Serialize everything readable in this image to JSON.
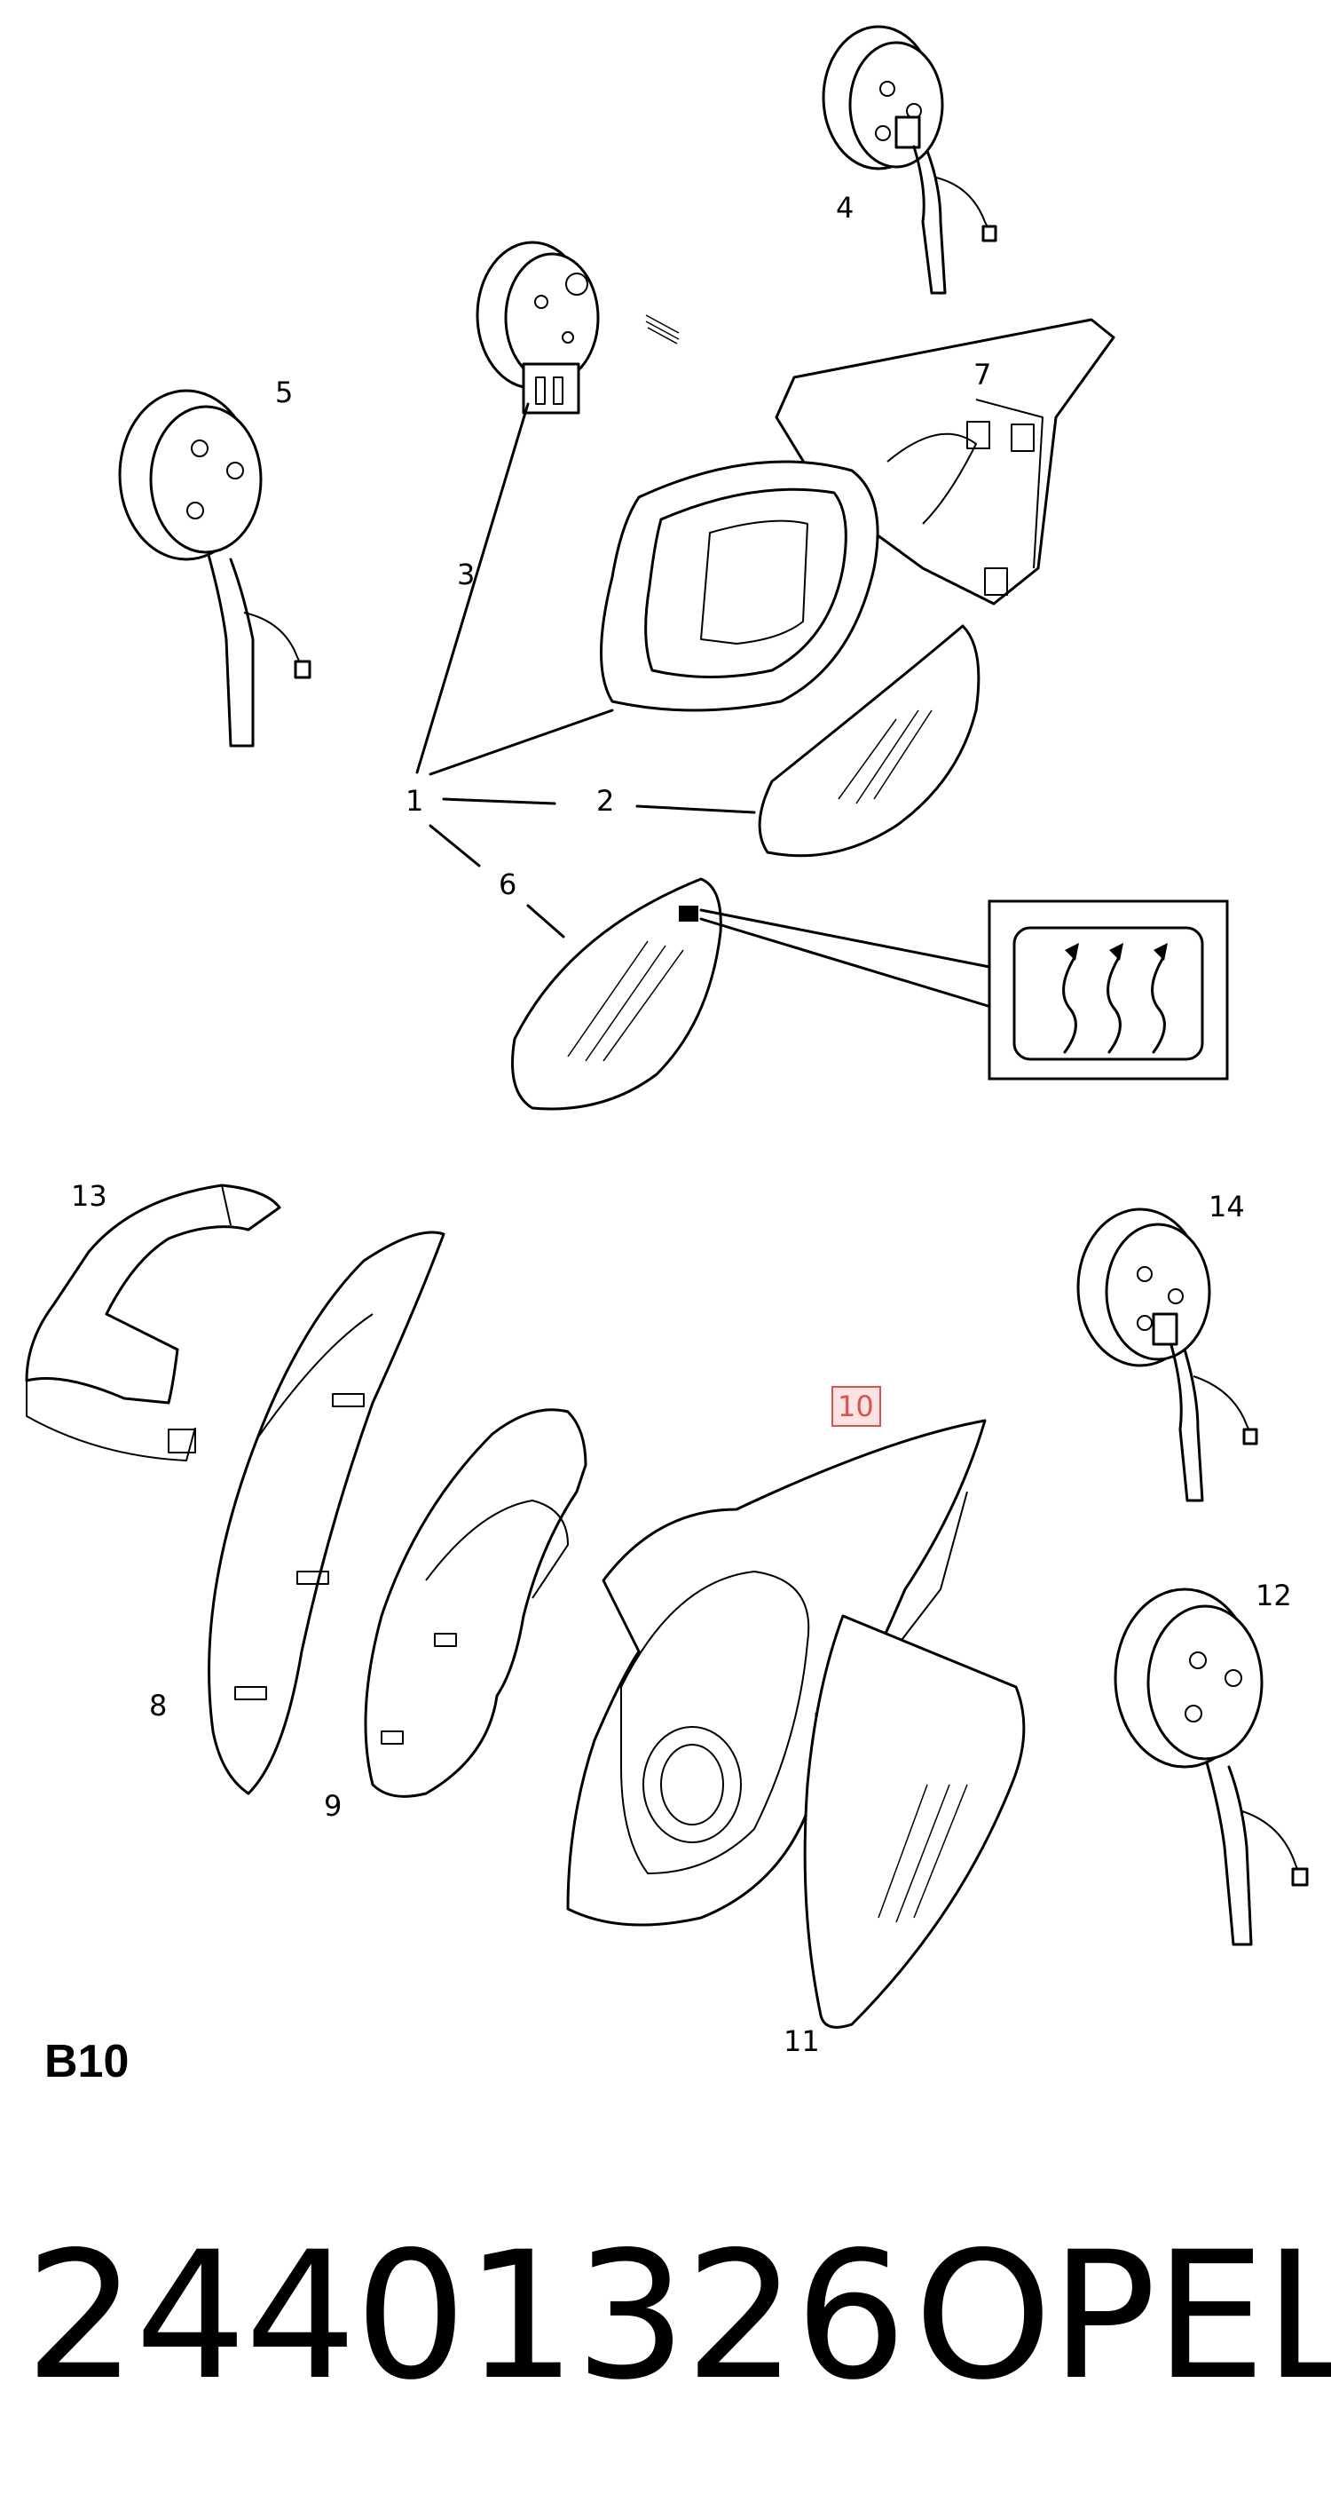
{
  "diagram": {
    "labels": {
      "l1": "1",
      "l2": "2",
      "l3": "3",
      "l4": "4",
      "l5": "5",
      "l6": "6",
      "l7": "7",
      "l8": "8",
      "l9": "9",
      "l10": "10",
      "l11": "11",
      "l12": "12",
      "l13": "13",
      "l14": "14"
    },
    "highlight_color": "#d9534f"
  },
  "footer": {
    "section_code": "B10",
    "part_number": "24401326",
    "brand": "OPEL"
  }
}
